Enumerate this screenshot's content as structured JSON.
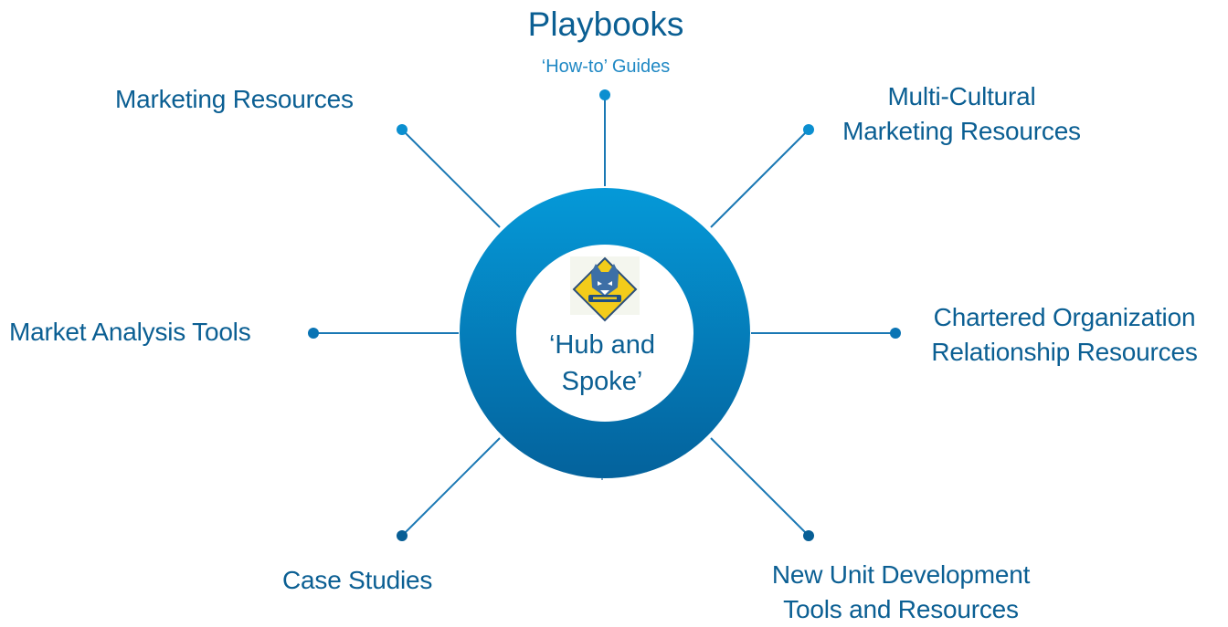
{
  "hub": {
    "label_lines": [
      "‘Hub and",
      "Spoke’"
    ],
    "logo": "cub-scout-badge-icon"
  },
  "spokes": {
    "playbooks": {
      "title": "Playbooks",
      "subtitle": "‘How-to’ Guides"
    },
    "marketing": {
      "lines": [
        "Marketing Resources"
      ]
    },
    "multicultural": {
      "lines": [
        "Multi-Cultural",
        "Marketing Resources"
      ]
    },
    "chartered": {
      "lines": [
        "Chartered Organization",
        "Relationship Resources"
      ]
    },
    "new_unit": {
      "lines": [
        "New Unit Development",
        "Tools and Resources"
      ]
    },
    "case_studies": {
      "lines": [
        "Case Studies"
      ]
    },
    "market_analysis": {
      "lines": [
        "Market Analysis Tools"
      ]
    }
  },
  "colors": {
    "text": "#0b5f93",
    "subtitle": "#1f88c4",
    "ring_top": "#0599d8",
    "ring_bottom": "#04629c",
    "spoke": "#1a78b4",
    "logo_yellow": "#f3cc1a"
  }
}
